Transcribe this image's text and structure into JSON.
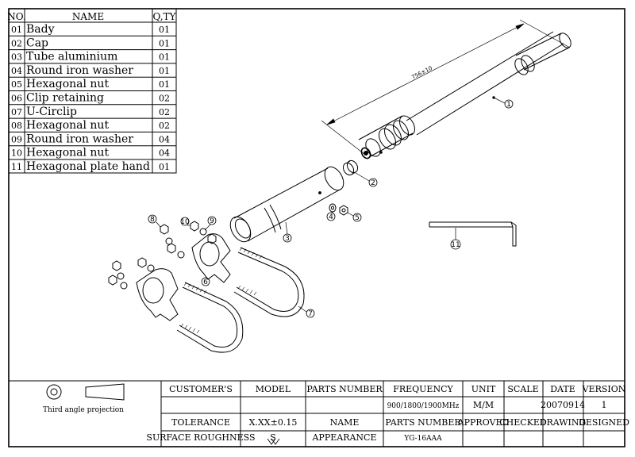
{
  "parts_table": {
    "headers": {
      "no": "NO.",
      "name": "NAME",
      "qty": "Q,TY"
    },
    "rows": [
      {
        "no": "01",
        "name": "Bady",
        "qty": "01"
      },
      {
        "no": "02",
        "name": "Cap",
        "qty": "01"
      },
      {
        "no": "03",
        "name": "Tube aluminium",
        "qty": "01"
      },
      {
        "no": "04",
        "name": "Round iron washer",
        "qty": "01"
      },
      {
        "no": "05",
        "name": "Hexagonal nut",
        "qty": "01"
      },
      {
        "no": "06",
        "name": "Clip retaining",
        "qty": "02"
      },
      {
        "no": "07",
        "name": "U-Circlip",
        "qty": "02"
      },
      {
        "no": "08",
        "name": "Hexagonal nut",
        "qty": "02"
      },
      {
        "no": "09",
        "name": "Round iron washer",
        "qty": "04"
      },
      {
        "no": "10",
        "name": "Hexagonal nut",
        "qty": "04"
      },
      {
        "no": "11",
        "name": "Hexagonal plate hand",
        "qty": "01"
      }
    ]
  },
  "drawing": {
    "dimension_label": "756±10",
    "callouts": [
      "1",
      "2",
      "3",
      "4",
      "5",
      "6",
      "7",
      "8",
      "9",
      "10",
      "11"
    ]
  },
  "title_block": {
    "projection_label": "Third angle projection",
    "headers_row1": [
      "CUSTOMER'S",
      "MODEL",
      "PARTS NUMBER",
      "FREQUENCY",
      "UNIT",
      "SCALE",
      "DATE",
      "VERSION"
    ],
    "values_row2": [
      "",
      "",
      "",
      "900/1800/1900MHz",
      "M/M",
      "",
      "20070914",
      "1"
    ],
    "row3": [
      "TOLERANCE",
      "X.XX±0.15",
      "NAME",
      "PARTS NUMBER",
      "APPROVED",
      "CHECKED",
      "DRAWING",
      "DESIGNED"
    ],
    "row4": [
      "SURFACE ROUGHNESS",
      "S",
      "APPEARANCE",
      "YG-16AAA"
    ]
  }
}
